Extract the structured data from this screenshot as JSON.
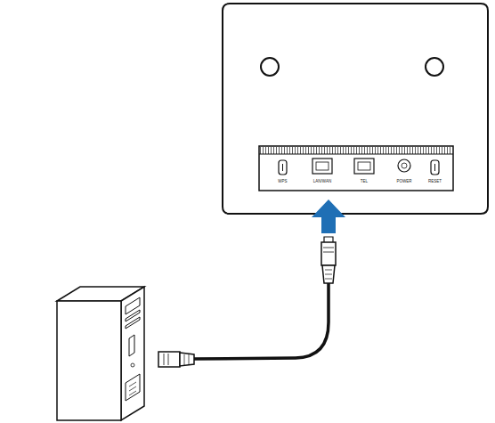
{
  "diagram": {
    "labels": [
      "WPS",
      "LAN/WAN",
      "TEL",
      "POWER",
      "RESET"
    ]
  }
}
